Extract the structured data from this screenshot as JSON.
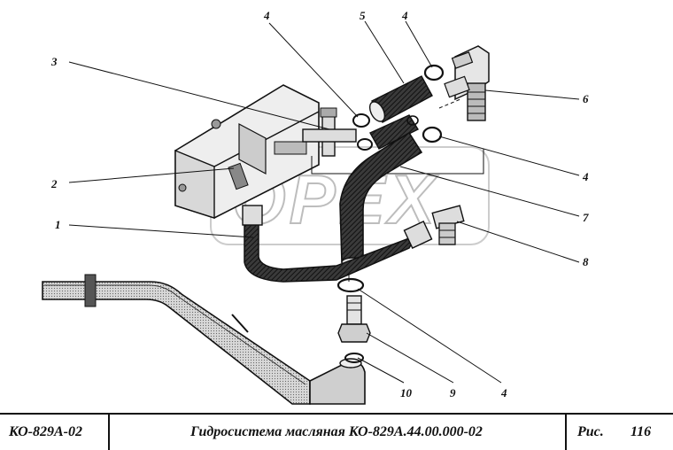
{
  "callouts": [
    {
      "id": "c1",
      "text": "1"
    },
    {
      "id": "c2",
      "text": "2"
    },
    {
      "id": "c3",
      "text": "3"
    },
    {
      "id": "c4a",
      "text": "4"
    },
    {
      "id": "c4b",
      "text": "4"
    },
    {
      "id": "c4c",
      "text": "4"
    },
    {
      "id": "c4d",
      "text": "4"
    },
    {
      "id": "c5",
      "text": "5"
    },
    {
      "id": "c6",
      "text": "6"
    },
    {
      "id": "c7",
      "text": "7"
    },
    {
      "id": "c8",
      "text": "8"
    },
    {
      "id": "c9",
      "text": "9"
    },
    {
      "id": "c10",
      "text": "10"
    }
  ],
  "watermark": {
    "text": "OPEX"
  },
  "footer": {
    "model": "КО-829А-02",
    "title": "Гидросистема масляная КО-829А.44.00.000-02",
    "fig_label": "Рис.",
    "fig_number": "116"
  }
}
